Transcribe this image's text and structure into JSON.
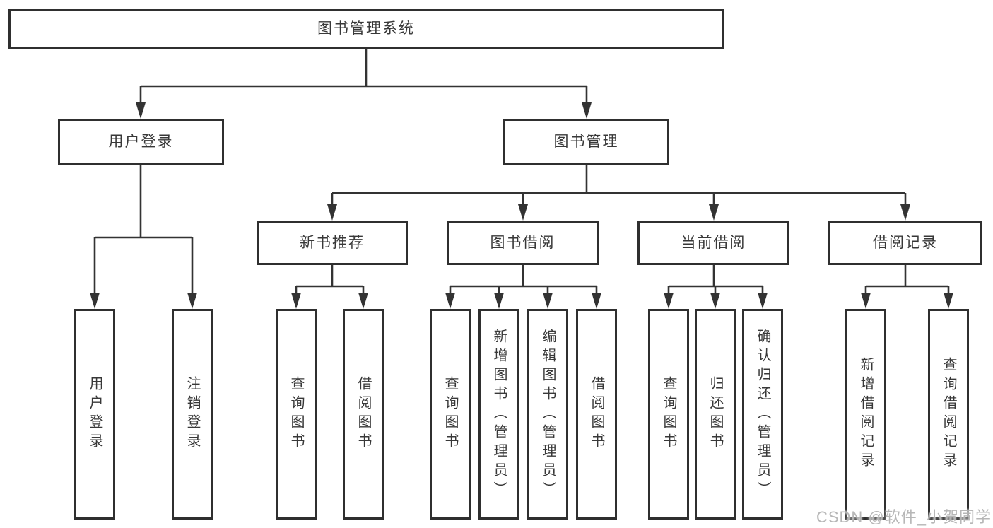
{
  "diagram": {
    "title": "图书管理系统",
    "type": "hierarchy-tree",
    "colors": {
      "background": "#ffffff",
      "box_border": "#2f2f2f",
      "connector_line": "#333333",
      "text": "#383838",
      "watermark_text": "#b1b1b1"
    },
    "tree": {
      "root": {
        "label": "图书管理系统"
      },
      "branches": [
        {
          "label": "用户登录",
          "leaves": [
            "用户登录",
            "注销登录"
          ]
        },
        {
          "label": "图书管理",
          "groups": [
            {
              "label": "新书推荐",
              "leaves": [
                "查询图书",
                "借阅图书"
              ]
            },
            {
              "label": "图书借阅",
              "leaves": [
                "查询图书",
                "新增图书（管理员）",
                "编辑图书（管理员）",
                "借阅图书"
              ]
            },
            {
              "label": "当前借阅",
              "leaves": [
                "查询图书",
                "归还图书",
                "确认归还（管理员）"
              ]
            },
            {
              "label": "借阅记录",
              "leaves": [
                "新增借阅记录",
                "查询借阅记录"
              ]
            }
          ]
        }
      ]
    },
    "watermark": "CSDN @软件_小贺同学"
  }
}
